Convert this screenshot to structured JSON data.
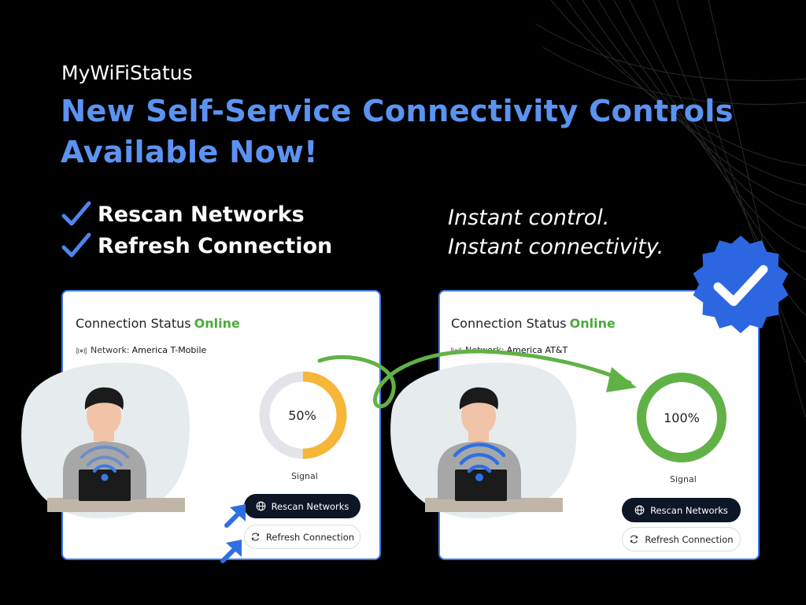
{
  "brand": "MyWiFiStatus",
  "headline": "New Self-Service Connectivity Controls Available Now!",
  "features": [
    "Rescan Networks",
    "Refresh Connection"
  ],
  "tagline": [
    "Instant control.",
    "Instant connectivity."
  ],
  "colors": {
    "accent": "#5b93f2",
    "online": "#4cab3a",
    "ring_partial": "#f6b637",
    "ring_full": "#61b246",
    "button_dark": "#0d1626",
    "arrow_blue": "#2f6fe4"
  },
  "cards": [
    {
      "status_label": "Connection Status",
      "status_value": "Online",
      "network_label": "Network:",
      "network_name": "America T-Mobile",
      "signal_percent_label": "50%",
      "signal_fraction": 0.5,
      "signal_label": "Signal",
      "rescan_label": "Rescan Networks",
      "refresh_label": "Refresh Connection"
    },
    {
      "status_label": "Connection Status",
      "status_value": "Online",
      "network_label": "Network:",
      "network_name": "America AT&T",
      "signal_percent_label": "100%",
      "signal_fraction": 1.0,
      "signal_label": "Signal",
      "rescan_label": "Rescan Networks",
      "refresh_label": "Refresh Connection"
    }
  ]
}
